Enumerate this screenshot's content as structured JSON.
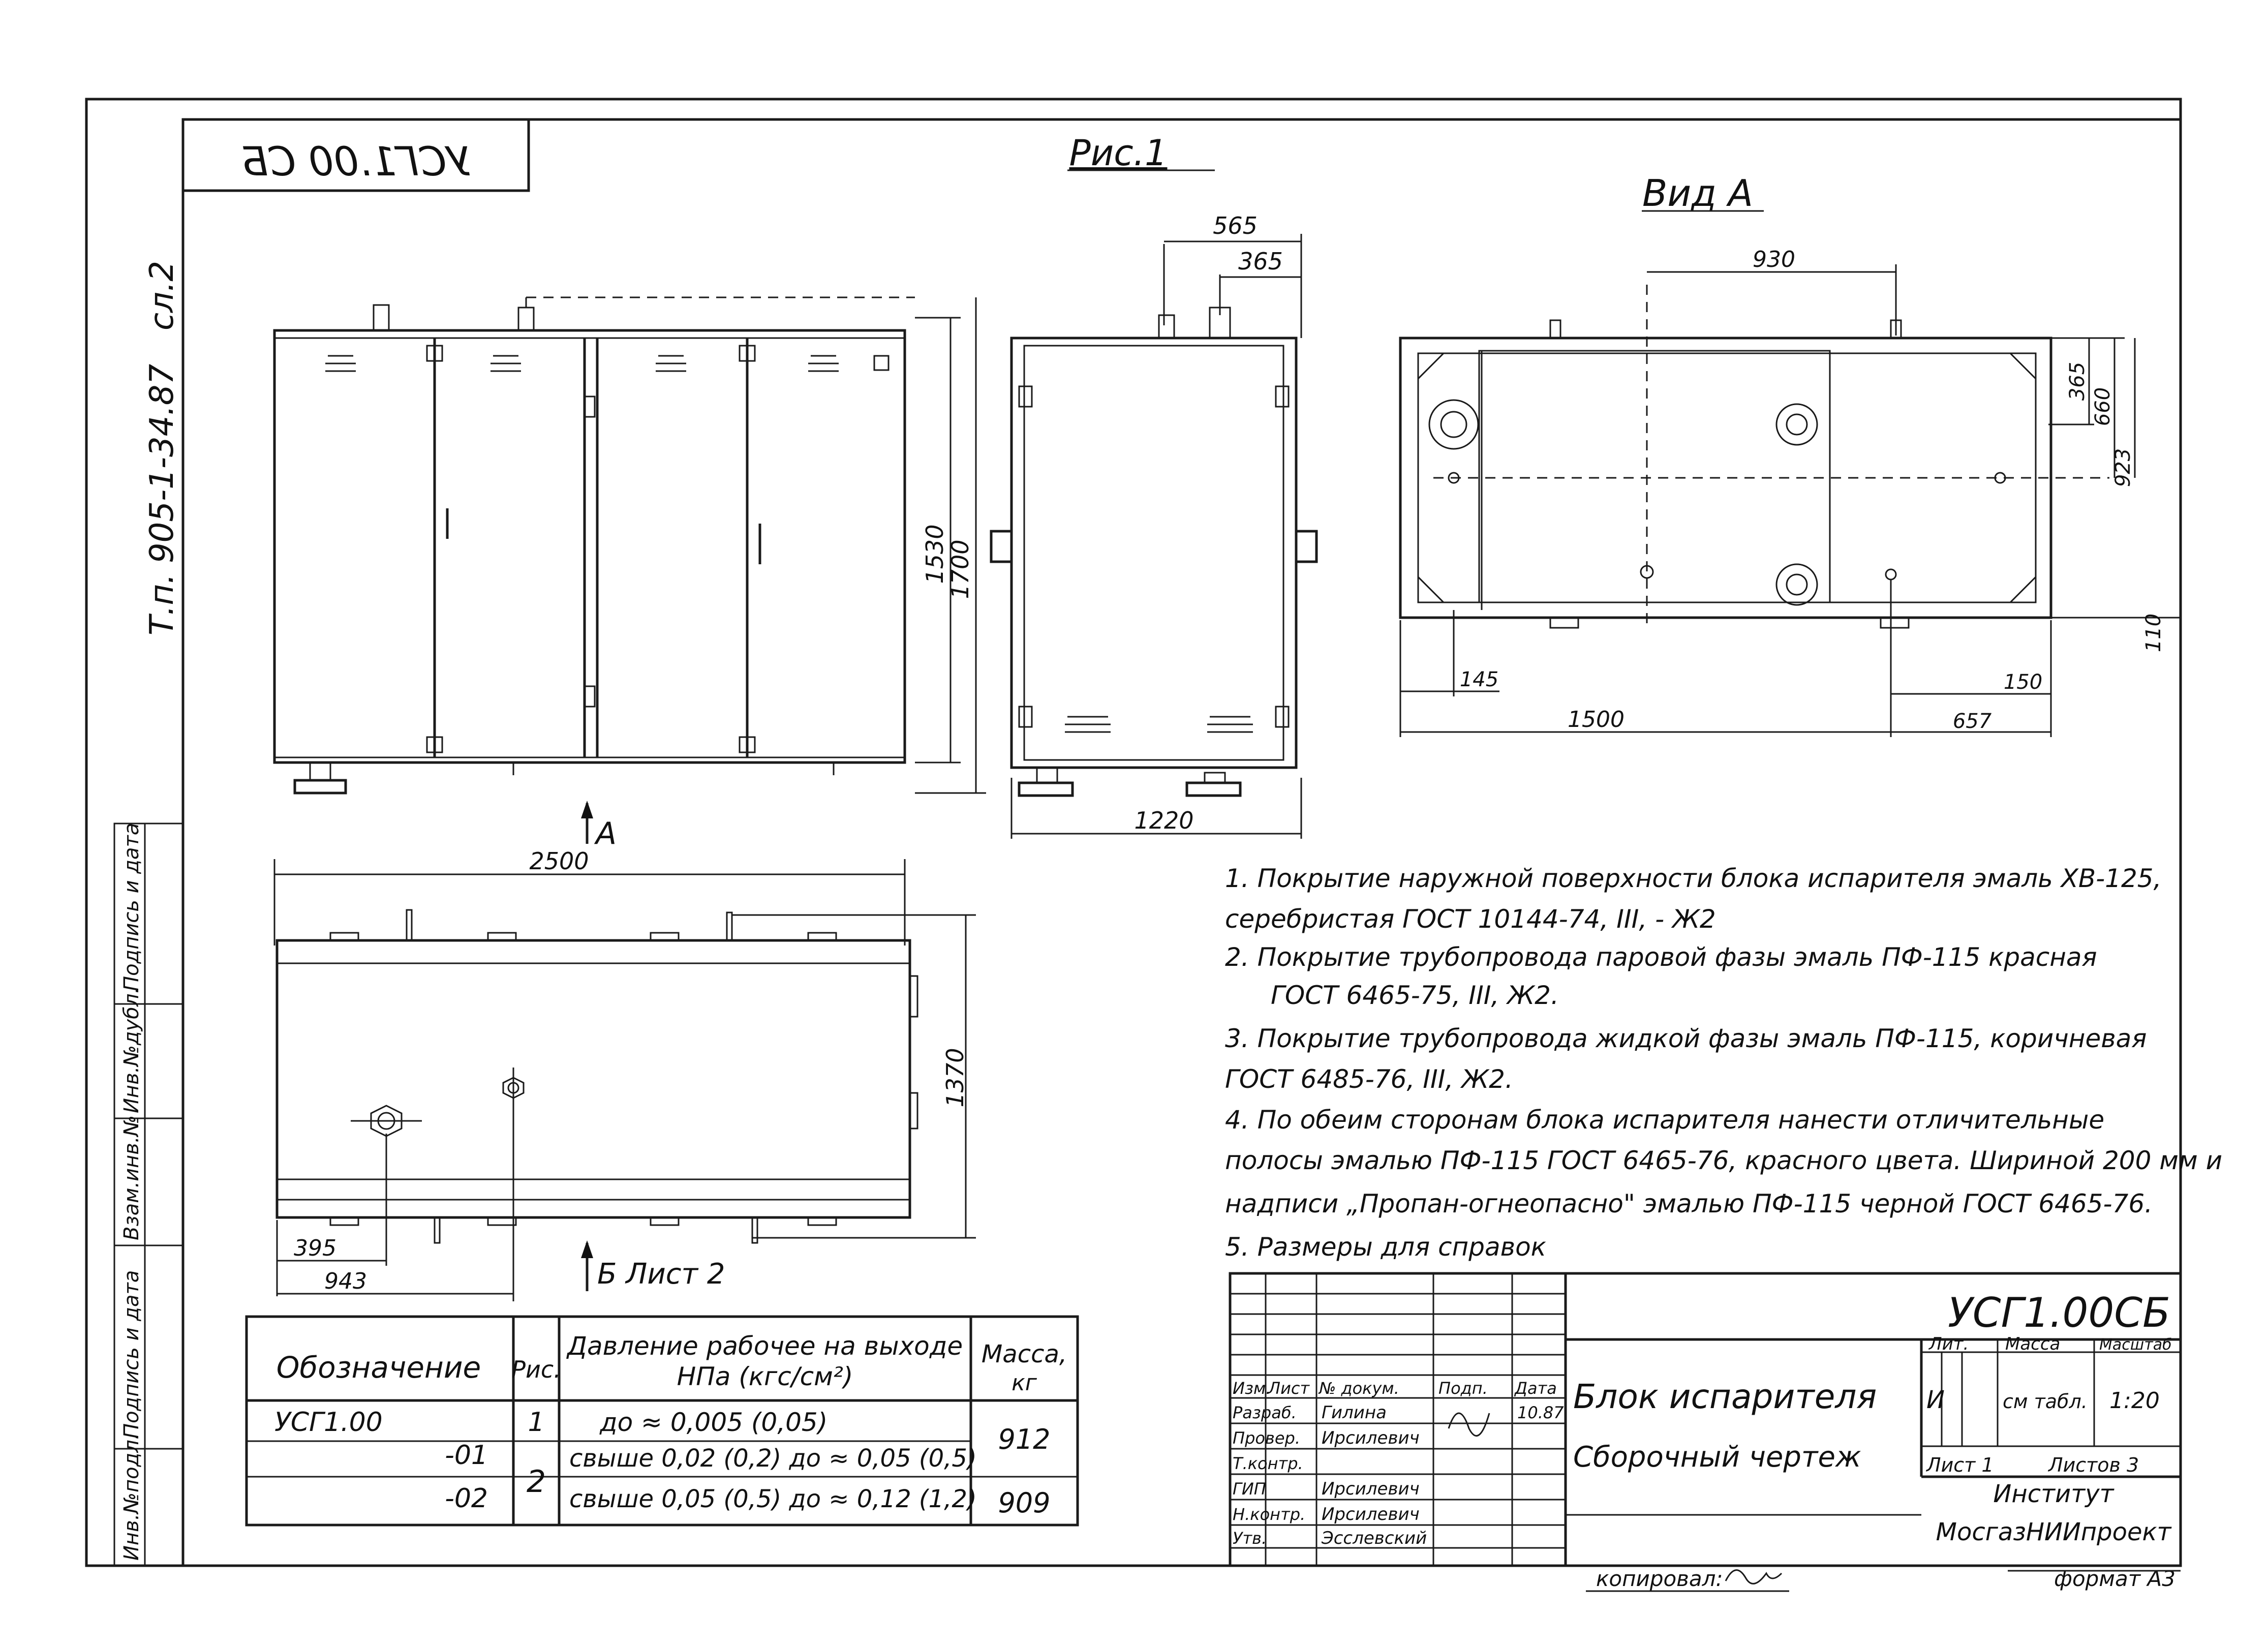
{
  "stamp_code_mirrored": "УСГ1.00 СБ",
  "side_ref": "Т.п. 905-1-34.87",
  "side_sheet": "сл.2",
  "fig_label": "Рис.1",
  "view_label": "Вид А",
  "arrow_a": "А",
  "arrow_b": "Б Лист 2",
  "dims": {
    "front_height_1530": "1530",
    "front_height_1700": "1700",
    "front_width_2500": "2500",
    "side_565": "565",
    "side_365": "365",
    "side_1220": "1220",
    "view_930": "930",
    "view_365": "365",
    "view_660": "660",
    "view_923": "923",
    "view_110": "110",
    "view_145": "145",
    "view_1500": "1500",
    "view_150": "150",
    "view_657": "657",
    "plan_1370": "1370",
    "plan_395": "395",
    "plan_943": "943"
  },
  "notes": [
    "1.  Покрытие наружной поверхности блока испарителя эмаль ХВ-125,",
    "серебристая  ГОСТ 10144-74,  III, - Ж2",
    "2.  Покрытие трубопровода паровой фазы эмаль ПФ-115 красная",
    "ГОСТ 6465-75, III, Ж2.",
    "3.  Покрытие трубопровода жидкой фазы эмаль ПФ-115, коричневая",
    "ГОСТ 6485-76, III, Ж2.",
    "4.  По обеим сторонам блока испарителя нанести отличительные",
    "полосы эмалью ПФ-115 ГОСТ 6465-76, красного цвета. Шириной 200 мм и",
    "надписи „Пропан-огнеопасно\" эмалью ПФ-115 черной ГОСТ 6465-76.",
    "5.  Размеры для справок"
  ],
  "table": {
    "headers": {
      "designation": "Обозначение",
      "fig": "Рис.",
      "pressure_line1": "Давление рабочее на выходе",
      "pressure_line2": "НПа  (кгс/см²)",
      "mass_line1": "Масса,",
      "mass_line2": "кг"
    },
    "rows": [
      {
        "designation": "УСГ1.00",
        "fig": "1",
        "pressure": "до ≈ 0,005 (0,05)"
      },
      {
        "designation": "-01",
        "fig": "2",
        "pressure": "свыше 0,02 (0,2) до ≈ 0,05  (0,5)"
      },
      {
        "designation": "-02",
        "fig": "",
        "pressure": "свыше 0,05 (0,5) до ≈ 0,12  (1,2)"
      }
    ],
    "mass_values": [
      "912",
      "909"
    ]
  },
  "left_column_labels": [
    "Инв.№подл.",
    "Подпись и дата",
    "Взам.инв.№",
    "Инв.№дубл.",
    "Подпись и дата"
  ],
  "title_block": {
    "code": "УСГ1.00СБ",
    "title_line1": "Блок  испарителя",
    "title_line2": "Сборочный  чертеж",
    "lit_header": "Лит.",
    "mass_header": "Масса",
    "scale_header": "Масштаб",
    "lit_value": "И",
    "mass_value": "см табл.",
    "scale_value": "1:20",
    "sheet_label": "Лист  1",
    "sheets_label": "Листов 3",
    "org_line1": "Институт",
    "org_line2": "МосгазНИИпроект",
    "header_row": [
      "Изм.",
      "Лист",
      "№ докум.",
      "Подп.",
      "Дата"
    ],
    "signers": [
      {
        "role": "Разраб.",
        "name": "Гилина"
      },
      {
        "role": "Провер.",
        "name": "Ирсилевич"
      },
      {
        "role": "Т.контр.",
        "name": ""
      },
      {
        "role": "ГИП",
        "name": "Ирсилевич"
      },
      {
        "role": "Н.контр.",
        "name": "Ирсилевич"
      },
      {
        "role": "Утв.",
        "name": "Эсслевский"
      }
    ],
    "date_value": "10.87"
  },
  "copied_by": "копировал:",
  "format_label": "формат А3"
}
